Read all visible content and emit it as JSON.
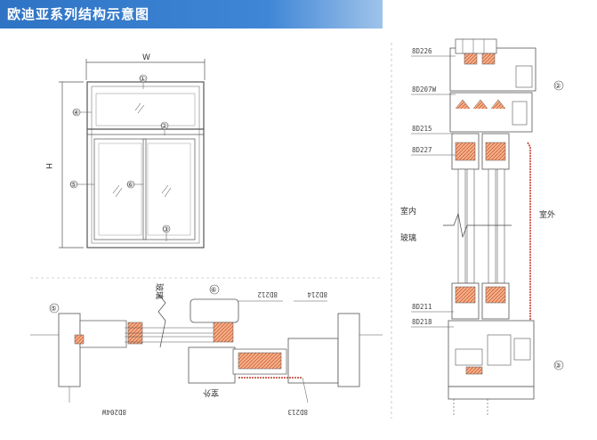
{
  "header": {
    "title": "欧迪亚系列结构示意图"
  },
  "elevation": {
    "width_label": "W",
    "height_label": "H",
    "callouts": [
      "①",
      "②",
      "③",
      "④",
      "⑤",
      "⑥"
    ]
  },
  "section_vertical": {
    "profiles": [
      "8D226",
      "8D207W",
      "8D215",
      "8D227",
      "8D211",
      "8D218"
    ],
    "circle_labels": [
      "②",
      "③"
    ],
    "indoor_label": "室内",
    "glass_label": "玻璃",
    "outdoor_label": "室外"
  },
  "section_horizontal": {
    "circle_labels": [
      "⑤",
      "⑥"
    ],
    "profiles_top": [
      "8D212",
      "8D214"
    ],
    "profiles_bottom": [
      "8D204W",
      "8D213"
    ],
    "glass_label": "玻璃",
    "outdoor_label": "室外"
  }
}
